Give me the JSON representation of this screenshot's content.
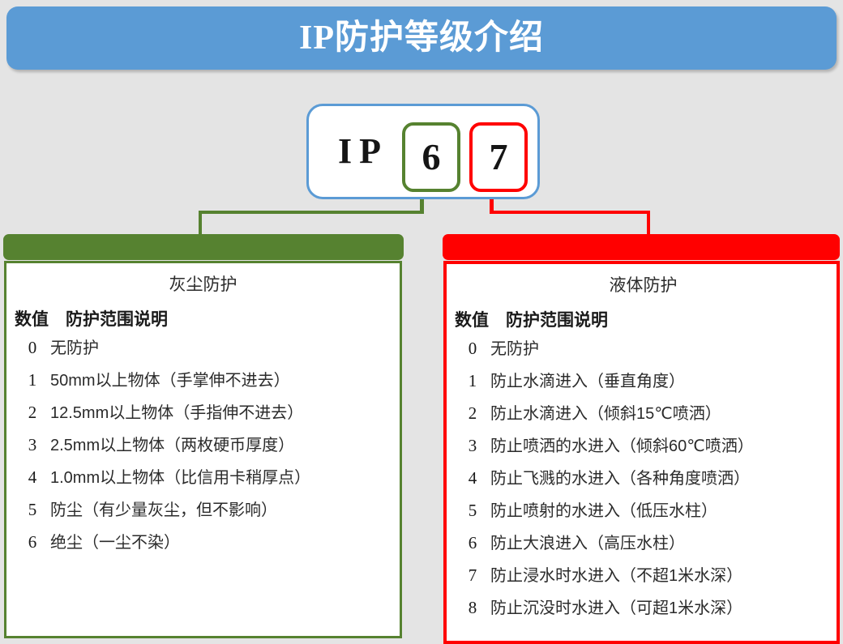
{
  "header": {
    "title": "IP防护等级介绍",
    "bar_color": "#5b9bd5"
  },
  "badge": {
    "prefix": "IP",
    "solids_digit": "6",
    "liquids_digit": "7",
    "container_border_color": "#5b9bd5",
    "solids_border_color": "#568230",
    "liquids_border_color": "#ff0000"
  },
  "solids_panel": {
    "accent_color": "#568230",
    "title": "灰尘防护",
    "columns": {
      "value": "数值",
      "description": "防护范围说明"
    },
    "column_header_line": "数值　防护范围说明",
    "rows": [
      {
        "value": "0",
        "description": "无防护"
      },
      {
        "value": "1",
        "description": "50mm以上物体（手掌伸不进去）"
      },
      {
        "value": "2",
        "description": "12.5mm以上物体（手指伸不进去）"
      },
      {
        "value": "3",
        "description": "2.5mm以上物体（两枚硬币厚度）"
      },
      {
        "value": "4",
        "description": "1.0mm以上物体（比信用卡稍厚点）"
      },
      {
        "value": "5",
        "description": "防尘（有少量灰尘，但不影响）"
      },
      {
        "value": "6",
        "description": "绝尘（一尘不染）"
      }
    ]
  },
  "liquids_panel": {
    "accent_color": "#ff0000",
    "title": "液体防护",
    "columns": {
      "value": "数值",
      "description": "防护范围说明"
    },
    "column_header_line": "数值　防护范围说明",
    "rows": [
      {
        "value": "0",
        "description": "无防护"
      },
      {
        "value": "1",
        "description": "防止水滴进入（垂直角度）"
      },
      {
        "value": "2",
        "description": "防止水滴进入（倾斜15℃喷洒）"
      },
      {
        "value": "3",
        "description": "防止喷洒的水进入（倾斜60℃喷洒）"
      },
      {
        "value": "4",
        "description": "防止飞溅的水进入（各种角度喷洒）"
      },
      {
        "value": "5",
        "description": "防止喷射的水进入（低压水柱）"
      },
      {
        "value": "6",
        "description": "防止大浪进入（高压水柱）"
      },
      {
        "value": "7",
        "description": "防止浸水时水进入（不超1米水深）"
      },
      {
        "value": "8",
        "description": "防止沉没时水进入（可超1米水深）"
      }
    ]
  },
  "background_color": "#e4e4e4"
}
